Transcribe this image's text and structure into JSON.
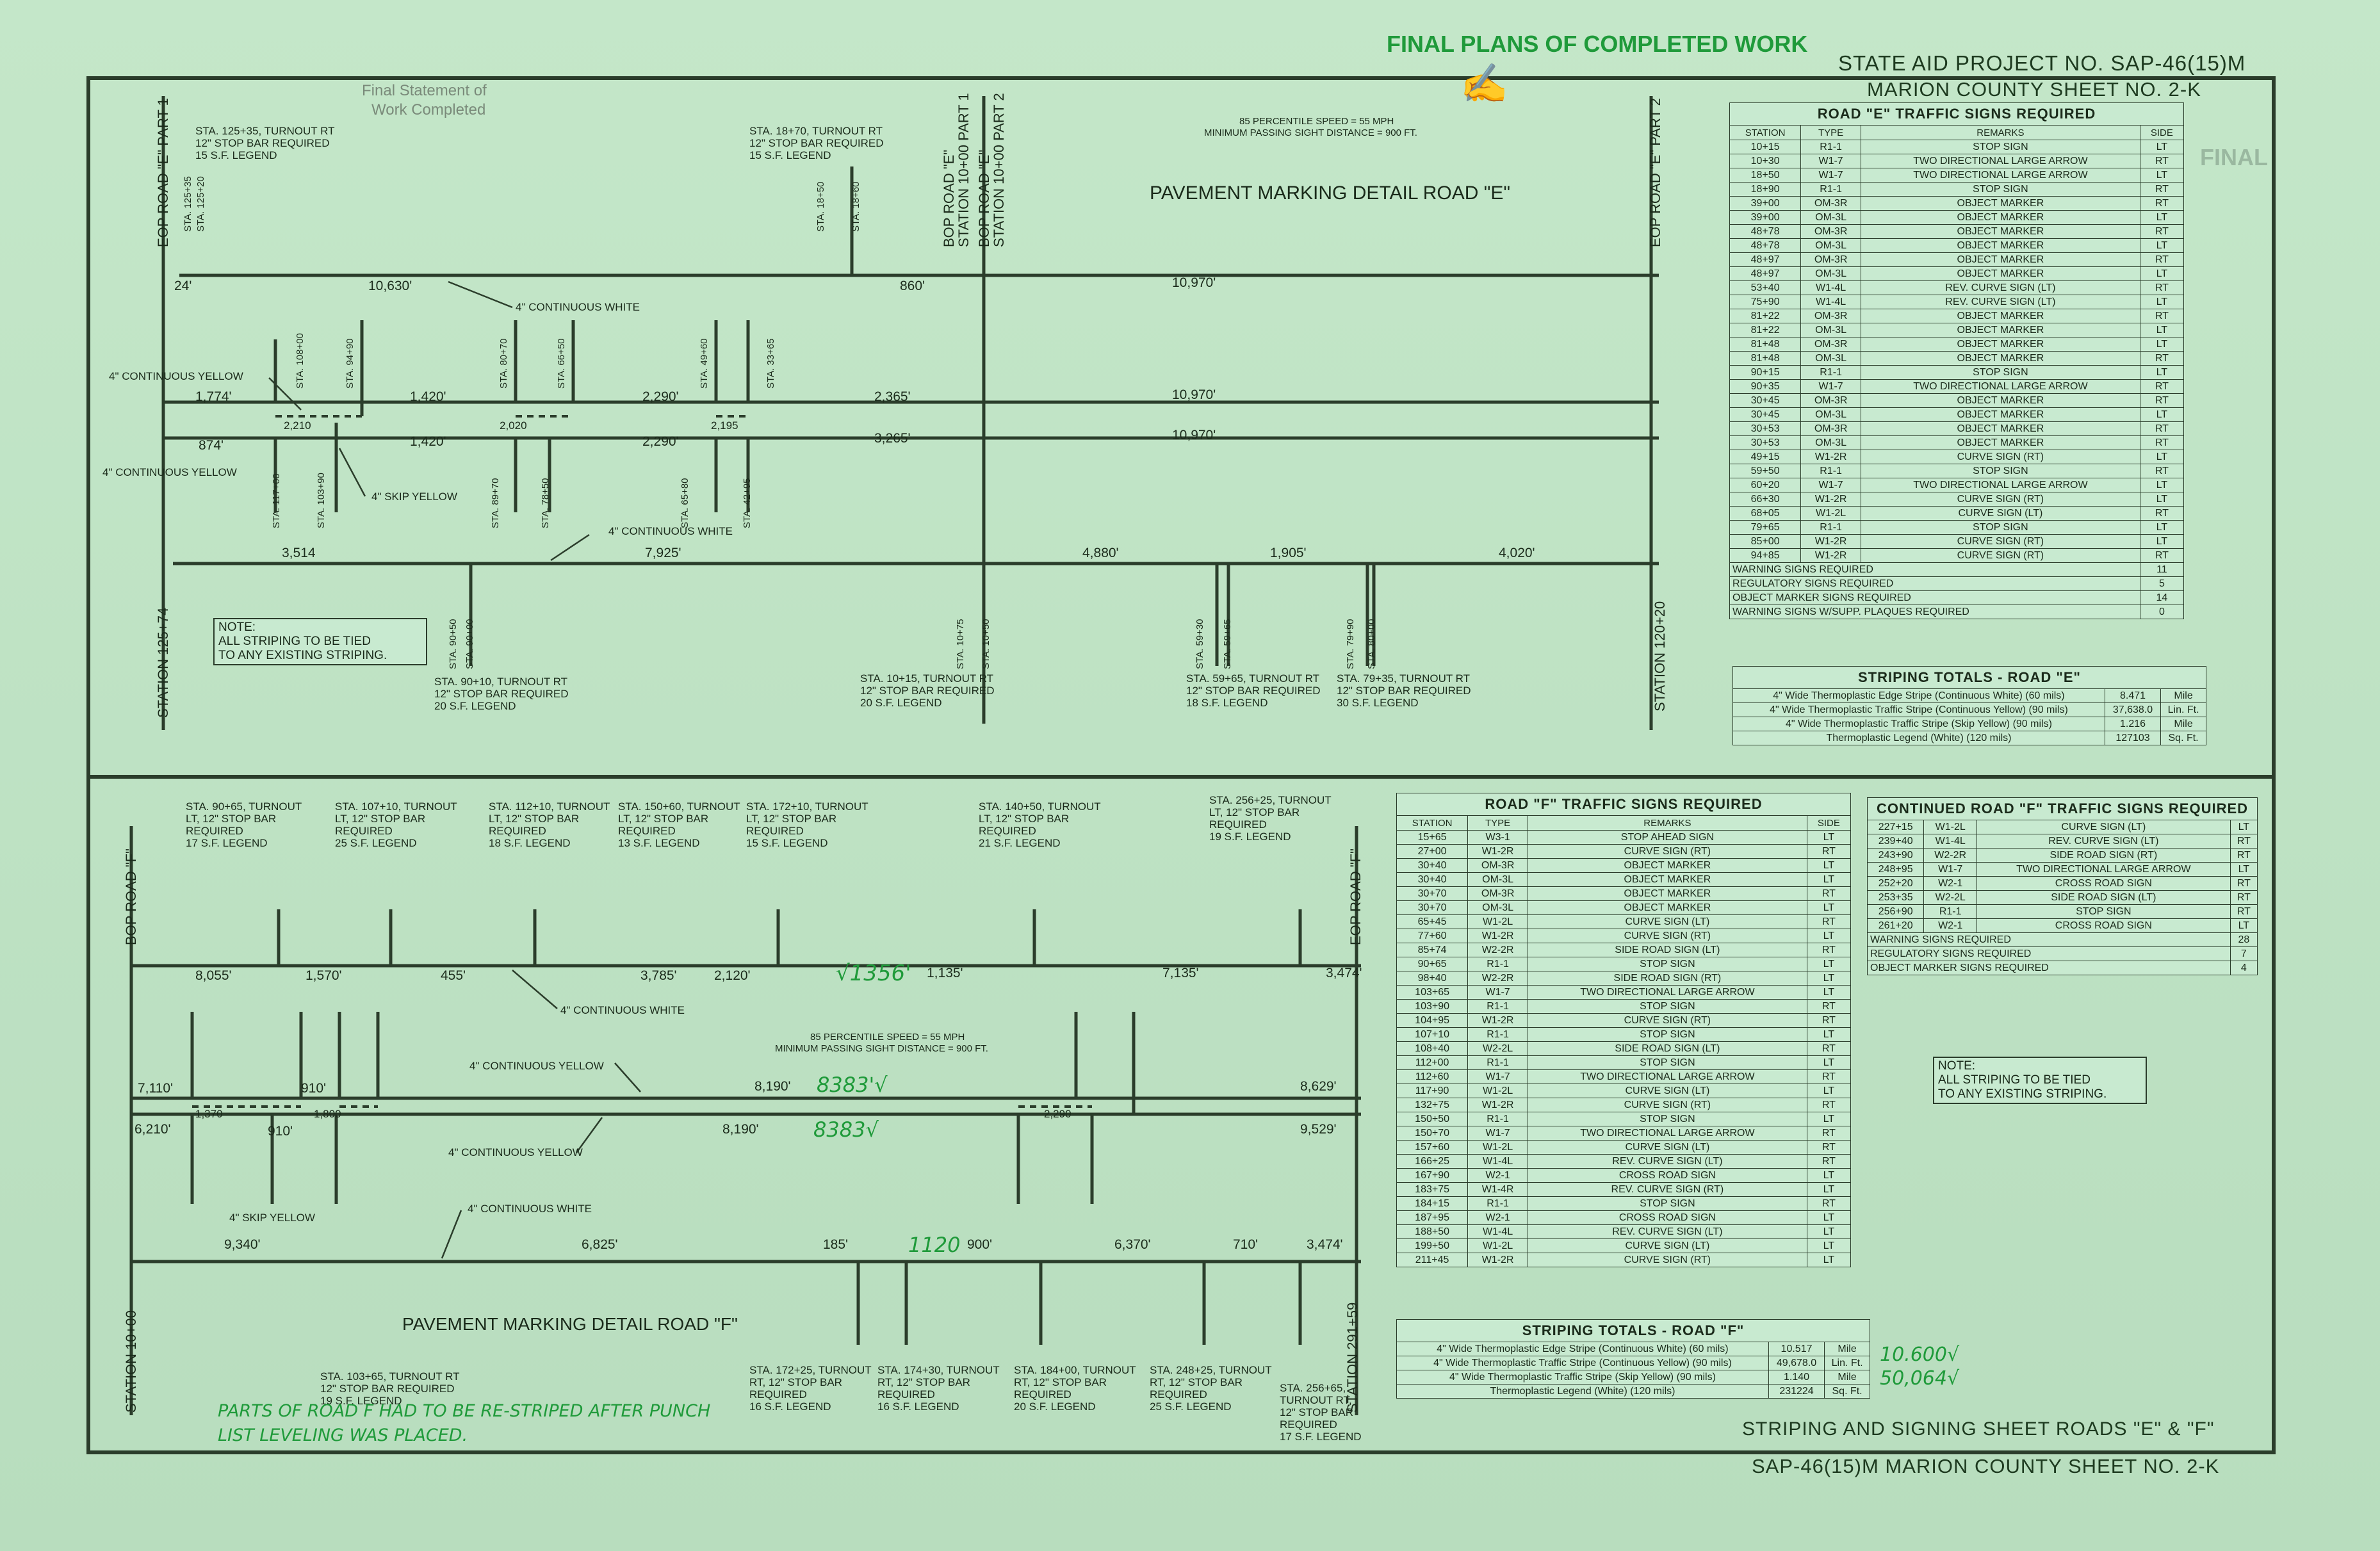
{
  "header": {
    "final_plans": "FINAL PLANS OF COMPLETED WORK",
    "project": "STATE AID PROJECT NO. SAP-46(15)M",
    "county_sheet": "MARION COUNTY  SHEET NO. 2-K",
    "final_statement": "Final Statement of",
    "work_completed": "Work Completed"
  },
  "footer": {
    "sheet_title": "STRIPING AND SIGNING SHEET  ROADS \"E\" & \"F\"",
    "sheet_no": "SAP-46(15)M  MARION COUNTY  SHEET NO. 2-K"
  },
  "road_e": {
    "title": "PAVEMENT MARKING DETAIL ROAD \"E\"",
    "speed": "85 PERCENTILE SPEED = 55 MPH",
    "sight": "MINIMUM PASSING SIGHT DISTANCE = 900 FT.",
    "eop_part1": "EOP ROAD \"E\" PART 1",
    "bop_part1": "BOP ROAD \"E\"",
    "sta_part1": "STATION 10+00 PART 1",
    "bop_part2": "BOP ROAD \"E\"",
    "sta_part2": "STATION 10+00 PART 2",
    "eop_part2": "EOP ROAD \"E\" PART 2",
    "sta_start": "STATION 125+74",
    "sta_end": "STATION 120+20",
    "cont_white": "4\" CONTINUOUS WHITE",
    "cont_yellow": "4\" CONTINUOUS YELLOW",
    "skip_yellow": "4\" SKIP YELLOW",
    "note": "NOTE:\nALL STRIPING TO BE TIED\nTO ANY EXISTING STRIPING.",
    "callouts": [
      "STA. 125+35, TURNOUT RT",
      "12\" STOP BAR REQUIRED",
      "15 S.F. LEGEND",
      "STA. 18+70, TURNOUT RT",
      "12\" STOP BAR REQUIRED",
      "15 S.F. LEGEND",
      "STA. 90+10, TURNOUT RT",
      "12\" STOP BAR REQUIRED",
      "20 S.F. LEGEND",
      "STA. 10+15, TURNOUT RT",
      "12\" STOP BAR REQUIRED",
      "20 S.F. LEGEND",
      "STA. 59+65, TURNOUT RT",
      "12\" STOP BAR REQUIRED",
      "18 S.F. LEGEND",
      "STA. 79+35, TURNOUT RT",
      "12\" STOP BAR REQUIRED",
      "30 S.F. LEGEND"
    ],
    "dims": [
      "24'",
      "10,630'",
      "860'",
      "10,970'",
      "1,774'",
      "1,420'",
      "2,290'",
      "2,365'",
      "10,970'",
      "874'",
      "1,420'",
      "2,290'",
      "3,265'",
      "10,970'",
      "2,210",
      "2,020",
      "2,195",
      "3,514",
      "7,925'",
      "4,880'",
      "1,905'",
      "4,020'"
    ],
    "stations": [
      "STA. 125+35",
      "STA. 125+20",
      "STA. 18+50",
      "STA. 18+60",
      "STA. 108+00",
      "STA. 94+90",
      "STA. 80+70",
      "STA. 66+50",
      "STA. 49+60",
      "STA. 33+65",
      "STA. 117+00",
      "STA. 103+90",
      "STA. 89+70",
      "STA. 78+50",
      "STA. 65+80",
      "STA. 42+95",
      "STA. 90+50",
      "STA. 90+00",
      "STA. 10+75",
      "STA. 10+50",
      "STA. 59+30",
      "STA. 59+65",
      "STA. 79+90",
      "STA. 80+00"
    ]
  },
  "road_e_signs": {
    "title": "ROAD \"E\" TRAFFIC SIGNS REQUIRED",
    "headers": [
      "STATION",
      "TYPE",
      "REMARKS",
      "SIDE"
    ],
    "rows": [
      [
        "10+15",
        "R1-1",
        "STOP SIGN",
        "LT"
      ],
      [
        "10+30",
        "W1-7",
        "TWO DIRECTIONAL LARGE ARROW",
        "RT"
      ],
      [
        "18+50",
        "W1-7",
        "TWO DIRECTIONAL LARGE ARROW",
        "LT"
      ],
      [
        "18+90",
        "R1-1",
        "STOP SIGN",
        "RT"
      ],
      [
        "39+00",
        "OM-3R",
        "OBJECT MARKER",
        "RT"
      ],
      [
        "39+00",
        "OM-3L",
        "OBJECT MARKER",
        "LT"
      ],
      [
        "48+78",
        "OM-3R",
        "OBJECT MARKER",
        "RT"
      ],
      [
        "48+78",
        "OM-3L",
        "OBJECT MARKER",
        "LT"
      ],
      [
        "48+97",
        "OM-3R",
        "OBJECT MARKER",
        "RT"
      ],
      [
        "48+97",
        "OM-3L",
        "OBJECT MARKER",
        "LT"
      ],
      [
        "53+40",
        "W1-4L",
        "REV. CURVE SIGN (LT)",
        "RT"
      ],
      [
        "75+90",
        "W1-4L",
        "REV. CURVE SIGN (LT)",
        "LT"
      ],
      [
        "81+22",
        "OM-3R",
        "OBJECT MARKER",
        "RT"
      ],
      [
        "81+22",
        "OM-3L",
        "OBJECT MARKER",
        "LT"
      ],
      [
        "81+48",
        "OM-3R",
        "OBJECT MARKER",
        "LT"
      ],
      [
        "81+48",
        "OM-3L",
        "OBJECT MARKER",
        "RT"
      ],
      [
        "90+15",
        "R1-1",
        "STOP SIGN",
        "LT"
      ],
      [
        "90+35",
        "W1-7",
        "TWO DIRECTIONAL LARGE ARROW",
        "RT"
      ],
      [
        "30+45",
        "OM-3R",
        "OBJECT MARKER",
        "RT"
      ],
      [
        "30+45",
        "OM-3L",
        "OBJECT MARKER",
        "LT"
      ],
      [
        "30+53",
        "OM-3R",
        "OBJECT MARKER",
        "RT"
      ],
      [
        "30+53",
        "OM-3L",
        "OBJECT MARKER",
        "RT"
      ],
      [
        "49+15",
        "W1-2R",
        "CURVE SIGN (RT)",
        "LT"
      ],
      [
        "59+50",
        "R1-1",
        "STOP SIGN",
        "RT"
      ],
      [
        "60+20",
        "W1-7",
        "TWO DIRECTIONAL LARGE ARROW",
        "LT"
      ],
      [
        "66+30",
        "W1-2R",
        "CURVE SIGN (RT)",
        "LT"
      ],
      [
        "68+05",
        "W1-2L",
        "CURVE SIGN (LT)",
        "RT"
      ],
      [
        "79+65",
        "R1-1",
        "STOP SIGN",
        "LT"
      ],
      [
        "85+00",
        "W1-2R",
        "CURVE SIGN (RT)",
        "LT"
      ],
      [
        "94+85",
        "W1-2R",
        "CURVE SIGN (RT)",
        "RT"
      ]
    ],
    "summary": [
      [
        "WARNING SIGNS REQUIRED",
        "11"
      ],
      [
        "REGULATORY SIGNS REQUIRED",
        "5"
      ],
      [
        "OBJECT MARKER SIGNS REQUIRED",
        "14"
      ],
      [
        "WARNING SIGNS W/SUPP. PLAQUES REQUIRED",
        "0"
      ]
    ]
  },
  "road_e_striping": {
    "title": "STRIPING TOTALS - ROAD \"E\"",
    "rows": [
      [
        "4\" Wide Thermoplastic Edge Stripe (Continuous White) (60 mils)",
        "8.471",
        "Mile"
      ],
      [
        "4\" Wide Thermoplastic Traffic Stripe (Continuous Yellow) (90 mils)",
        "37,638.0",
        "Lin. Ft."
      ],
      [
        "4\" Wide Thermoplastic Traffic Stripe (Skip Yellow) (90 mils)",
        "1.216",
        "Mile"
      ],
      [
        "Thermoplastic Legend (White) (120 mils)",
        "127103",
        "Sq. Ft."
      ]
    ]
  },
  "road_f": {
    "title": "PAVEMENT MARKING DETAIL ROAD \"F\"",
    "speed": "85 PERCENTILE SPEED = 55 MPH",
    "sight": "MINIMUM PASSING SIGHT DISTANCE = 900 FT.",
    "bop": "BOP ROAD \"F\"",
    "eop": "EOP ROAD \"F\"",
    "sta_start": "STATION 10+00",
    "sta_end": "STATION 291+59",
    "cont_white": "4\" CONTINUOUS WHITE",
    "cont_yellow": "4\" CONTINUOUS YELLOW",
    "skip_yellow": "4\" SKIP YELLOW",
    "note": "NOTE:\nALL STRIPING TO BE TIED\nTO ANY EXISTING STRIPING.",
    "callouts_top": [
      "STA. 90+65, TURNOUT",
      "LT, 12\" STOP BAR",
      "REQUIRED",
      "17 S.F. LEGEND",
      "STA. 107+10, TURNOUT",
      "LT, 12\" STOP BAR",
      "REQUIRED",
      "25 S.F. LEGEND",
      "STA. 112+10, TURNOUT",
      "LT, 12\" STOP BAR",
      "REQUIRED",
      "18 S.F. LEGEND",
      "STA. 150+60, TURNOUT",
      "LT, 12\" STOP BAR",
      "REQUIRED",
      "13 S.F. LEGEND",
      "STA. 172+10, TURNOUT",
      "LT, 12\" STOP BAR",
      "REQUIRED",
      "15 S.F. LEGEND",
      "STA. 140+50, TURNOUT",
      "LT, 12\" STOP BAR",
      "REQUIRED",
      "21 S.F. LEGEND",
      "STA. 256+25, TURNOUT",
      "LT, 12\" STOP BAR",
      "REQUIRED",
      "19 S.F. LEGEND"
    ],
    "callouts_bottom": [
      "STA. 103+65, TURNOUT RT",
      "12\" STOP BAR REQUIRED",
      "19 S.F. LEGEND",
      "STA. 172+25, TURNOUT",
      "RT, 12\" STOP BAR",
      "REQUIRED",
      "16 S.F. LEGEND",
      "STA. 174+30, TURNOUT",
      "RT, 12\" STOP BAR",
      "REQUIRED",
      "16 S.F. LEGEND",
      "STA. 184+00, TURNOUT",
      "RT, 12\" STOP BAR",
      "REQUIRED",
      "20 S.F. LEGEND",
      "STA. 248+25, TURNOUT",
      "RT, 12\" STOP BAR",
      "REQUIRED",
      "25 S.F. LEGEND",
      "STA. 256+65,",
      "TURNOUT RT,",
      "12\" STOP BAR",
      "REQUIRED",
      "17 S.F. LEGEND"
    ],
    "dims": [
      "8,055'",
      "1,570'",
      "455'",
      "3,785'",
      "2,120'",
      "1,135'",
      "7,135'",
      "3,474'",
      "7,110'",
      "910'",
      "8,190'",
      "8,629'",
      "6,210'",
      "910'",
      "8,190'",
      "9,529'",
      "1,370",
      "1,800",
      "2,290",
      "9,340'",
      "6,825'",
      "185'",
      "900'",
      "6,370'",
      "710'",
      "3,474'"
    ],
    "hand_1356": "√1356'",
    "hand_8383a": "8383'√",
    "hand_8383b": "8383√",
    "hand_1120": "1120",
    "hand_note": "PARTS OF ROAD F HAD TO BE RE-STRIPED AFTER PUNCH LIST LEVELING WAS PLACED."
  },
  "road_f_signs": {
    "title": "ROAD \"F\" TRAFFIC SIGNS REQUIRED",
    "headers": [
      "STATION",
      "TYPE",
      "REMARKS",
      "SIDE"
    ],
    "rows": [
      [
        "15+65",
        "W3-1",
        "STOP AHEAD SIGN",
        "LT"
      ],
      [
        "27+00",
        "W1-2R",
        "CURVE SIGN (RT)",
        "RT"
      ],
      [
        "30+40",
        "OM-3R",
        "OBJECT MARKER",
        "LT"
      ],
      [
        "30+40",
        "OM-3L",
        "OBJECT MARKER",
        "LT"
      ],
      [
        "30+70",
        "OM-3R",
        "OBJECT MARKER",
        "RT"
      ],
      [
        "30+70",
        "OM-3L",
        "OBJECT MARKER",
        "LT"
      ],
      [
        "65+45",
        "W1-2L",
        "CURVE SIGN (LT)",
        "RT"
      ],
      [
        "77+60",
        "W1-2R",
        "CURVE SIGN (RT)",
        "LT"
      ],
      [
        "85+74",
        "W2-2R",
        "SIDE ROAD SIGN (LT)",
        "RT"
      ],
      [
        "90+65",
        "R1-1",
        "STOP SIGN",
        "LT"
      ],
      [
        "98+40",
        "W2-2R",
        "SIDE ROAD SIGN (RT)",
        "LT"
      ],
      [
        "103+65",
        "W1-7",
        "TWO DIRECTIONAL LARGE ARROW",
        "LT"
      ],
      [
        "103+90",
        "R1-1",
        "STOP SIGN",
        "RT"
      ],
      [
        "104+95",
        "W1-2R",
        "CURVE SIGN (RT)",
        "RT"
      ],
      [
        "107+10",
        "R1-1",
        "STOP SIGN",
        "LT"
      ],
      [
        "108+40",
        "W2-2L",
        "SIDE ROAD SIGN (LT)",
        "RT"
      ],
      [
        "112+00",
        "R1-1",
        "STOP SIGN",
        "LT"
      ],
      [
        "112+60",
        "W1-7",
        "TWO DIRECTIONAL LARGE ARROW",
        "RT"
      ],
      [
        "117+90",
        "W1-2L",
        "CURVE SIGN (LT)",
        "LT"
      ],
      [
        "132+75",
        "W1-2R",
        "CURVE SIGN (RT)",
        "RT"
      ],
      [
        "150+50",
        "R1-1",
        "STOP SIGN",
        "LT"
      ],
      [
        "150+70",
        "W1-7",
        "TWO DIRECTIONAL LARGE ARROW",
        "RT"
      ],
      [
        "157+60",
        "W1-2L",
        "CURVE SIGN (LT)",
        "RT"
      ],
      [
        "166+25",
        "W1-4L",
        "REV. CURVE SIGN (LT)",
        "RT"
      ],
      [
        "167+90",
        "W2-1",
        "CROSS ROAD SIGN",
        "LT"
      ],
      [
        "183+75",
        "W1-4R",
        "REV. CURVE SIGN (RT)",
        "LT"
      ],
      [
        "184+15",
        "R1-1",
        "STOP SIGN",
        "RT"
      ],
      [
        "187+95",
        "W2-1",
        "CROSS ROAD SIGN",
        "LT"
      ],
      [
        "188+50",
        "W1-4L",
        "REV. CURVE SIGN (LT)",
        "LT"
      ],
      [
        "199+50",
        "W1-2L",
        "CURVE SIGN (LT)",
        "LT"
      ],
      [
        "211+45",
        "W1-2R",
        "CURVE SIGN (RT)",
        "LT"
      ]
    ]
  },
  "road_f_signs_cont": {
    "title": "CONTINUED ROAD \"F\" TRAFFIC SIGNS REQUIRED",
    "rows": [
      [
        "227+15",
        "W1-2L",
        "CURVE SIGN (LT)",
        "LT"
      ],
      [
        "239+40",
        "W1-4L",
        "REV. CURVE SIGN (LT)",
        "RT"
      ],
      [
        "243+90",
        "W2-2R",
        "SIDE ROAD SIGN (RT)",
        "RT"
      ],
      [
        "248+95",
        "W1-7",
        "TWO DIRECTIONAL LARGE ARROW",
        "LT"
      ],
      [
        "252+20",
        "W2-1",
        "CROSS ROAD SIGN",
        "RT"
      ],
      [
        "253+35",
        "W2-2L",
        "SIDE ROAD SIGN (LT)",
        "RT"
      ],
      [
        "256+90",
        "R1-1",
        "STOP SIGN",
        "RT"
      ],
      [
        "261+20",
        "W2-1",
        "CROSS ROAD SIGN",
        "LT"
      ]
    ],
    "summary": [
      [
        "WARNING SIGNS REQUIRED",
        "28"
      ],
      [
        "REGULATORY SIGNS REQUIRED",
        "7"
      ],
      [
        "OBJECT MARKER SIGNS REQUIRED",
        "4"
      ]
    ]
  },
  "road_f_striping": {
    "title": "STRIPING TOTALS - ROAD \"F\"",
    "rows": [
      [
        "4\" Wide Thermoplastic Edge Stripe (Continuous White) (60 mils)",
        "10.517",
        "Mile"
      ],
      [
        "4\" Wide Thermoplastic Traffic Stripe (Continuous Yellow) (90 mils)",
        "49,678.0",
        "Lin. Ft."
      ],
      [
        "4\" Wide Thermoplastic Traffic Stripe (Skip Yellow) (90 mils)",
        "1.140",
        "Mile"
      ],
      [
        "Thermoplastic Legend (White) (120 mils)",
        "231224",
        "Sq. Ft."
      ]
    ],
    "hand_1": "10.600√",
    "hand_2": "50,064√"
  },
  "stamp": {
    "final": "FINAL"
  },
  "colors": {
    "ink": "#1b2b1b",
    "redline": "#e0331c",
    "greencheck": "#1f9a3a",
    "signature": "#2b4fb0"
  }
}
